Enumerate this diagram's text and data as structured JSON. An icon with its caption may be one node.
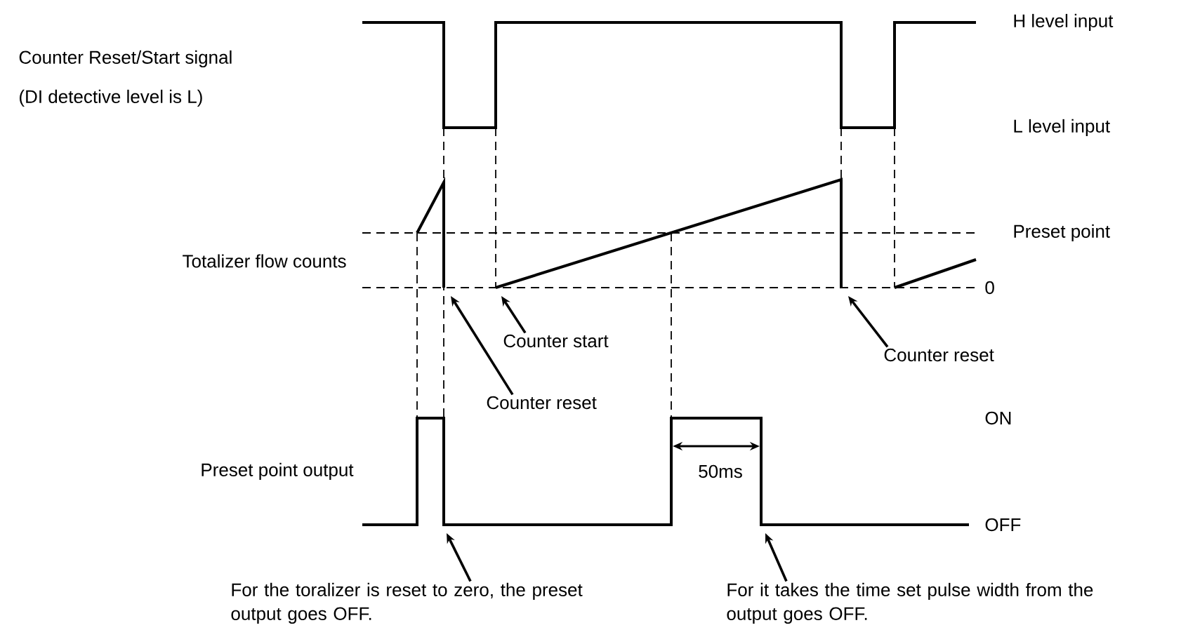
{
  "diagram": {
    "nodes": [
      {
        "text": [
          "Counter start"
        ]
      },
      {
        "text": [
          "Counter reset"
        ]
      },
      {
        "text": [
          "Counter reset"
        ]
      },
      {
        "text": [
          "For the toralizer is reset to zero, the preset output goes OFF."
        ]
      },
      {
        "text": [
          "For it takes the time set pulse width from the output goes OFF."
        ]
      }
    ],
    "edges": [
      {
        "from": 0,
        "to": null,
        "arrow": "to"
      },
      {
        "from": 1,
        "to": null,
        "arrow": "to"
      },
      {
        "from": 2,
        "to": null,
        "arrow": "to"
      },
      {
        "from": 3,
        "to": null,
        "arrow": "to"
      },
      {
        "from": 4,
        "to": null,
        "arrow": "to"
      }
    ],
    "labels": [
      "H level input",
      "Counter Reset/Start signal",
      "(DI detective level is L)",
      "L level input",
      "Preset point",
      "Totalizer flow counts",
      "0",
      "ON",
      "50ms",
      "Preset point output",
      "OFF"
    ]
  }
}
